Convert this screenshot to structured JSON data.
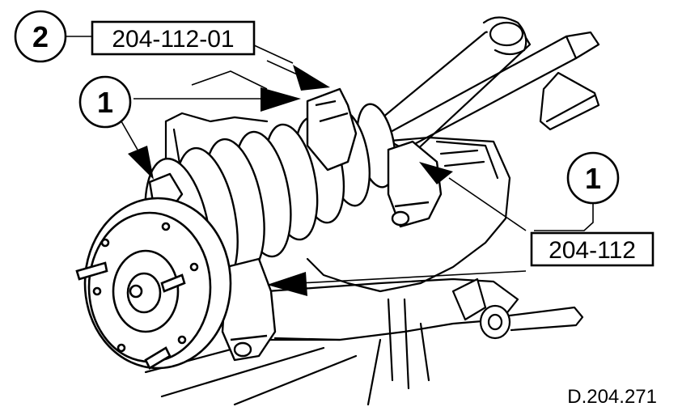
{
  "callouts": {
    "circle_2": "2",
    "circle_1_left": "1",
    "circle_1_right": "1",
    "tool_box_top": "204-112-01",
    "tool_box_right": "204-112"
  },
  "reference_code": "D.204.271",
  "colors": {
    "ink": "#000000",
    "paper": "#ffffff"
  }
}
